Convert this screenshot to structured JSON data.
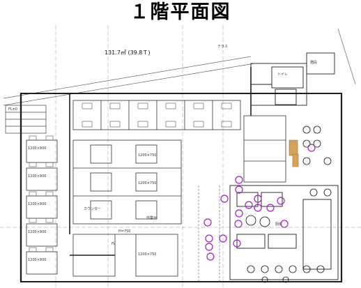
{
  "title": "１階平面図",
  "area_label": "131.7㎡ (39.8Ｔ)",
  "room_labels": {
    "kitchen_area": "厨房",
    "toilet": "トイレ",
    "stair": "階段",
    "terrace": "テラス"
  },
  "table_size_labels": [
    "1200×800",
    "1200×800",
    "1200×800",
    "1200×800",
    "1200×800",
    "1200×750",
    "1200×750",
    "1200×750"
  ],
  "small_labels": {
    "left_note": "FL±0",
    "counter": "カウンター",
    "work_table": "作業台",
    "hw": "H=750",
    "fl": "FL"
  },
  "colors": {
    "line": "#2a2a2a",
    "grid": "#8a8a8a",
    "marker": "#a020c0",
    "accent": "#d4a259"
  }
}
